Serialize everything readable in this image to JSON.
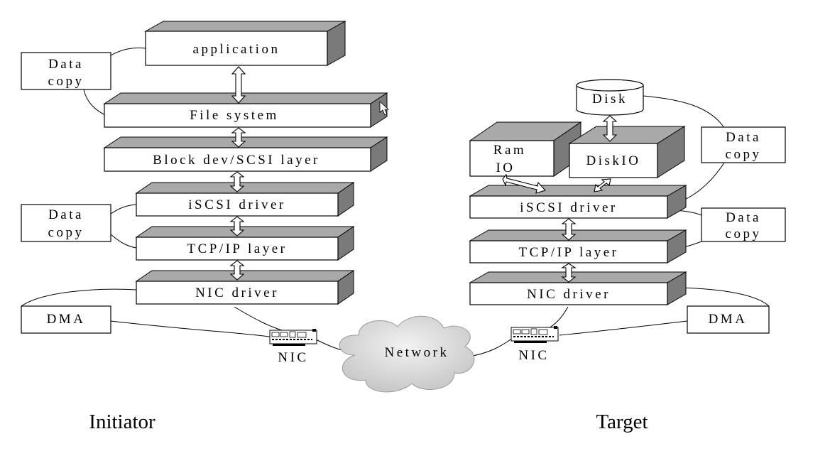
{
  "initiator": {
    "caption": "Initiator",
    "application": "application",
    "file_system": "File system",
    "block_dev": "Block dev/SCSI layer",
    "iscsi_driver": "iSCSI driver",
    "tcpip": "TCP/IP layer",
    "nic_driver": "NIC driver",
    "data_copy_top": [
      "Data",
      "copy"
    ],
    "data_copy_mid": [
      "Data",
      "copy"
    ],
    "dma": "DMA",
    "nic": "NIC"
  },
  "network": "Network",
  "target": {
    "caption": "Target",
    "disk": "Disk",
    "ram_io": [
      "Ram",
      "IO"
    ],
    "disk_io": "DiskIO",
    "iscsi_driver": "iSCSI driver",
    "tcpip": "TCP/IP layer",
    "nic_driver": "NIC driver",
    "data_copy_top": [
      "Data",
      "copy"
    ],
    "data_copy_mid": [
      "Data",
      "copy"
    ],
    "dma": "DMA",
    "nic": "NIC"
  }
}
